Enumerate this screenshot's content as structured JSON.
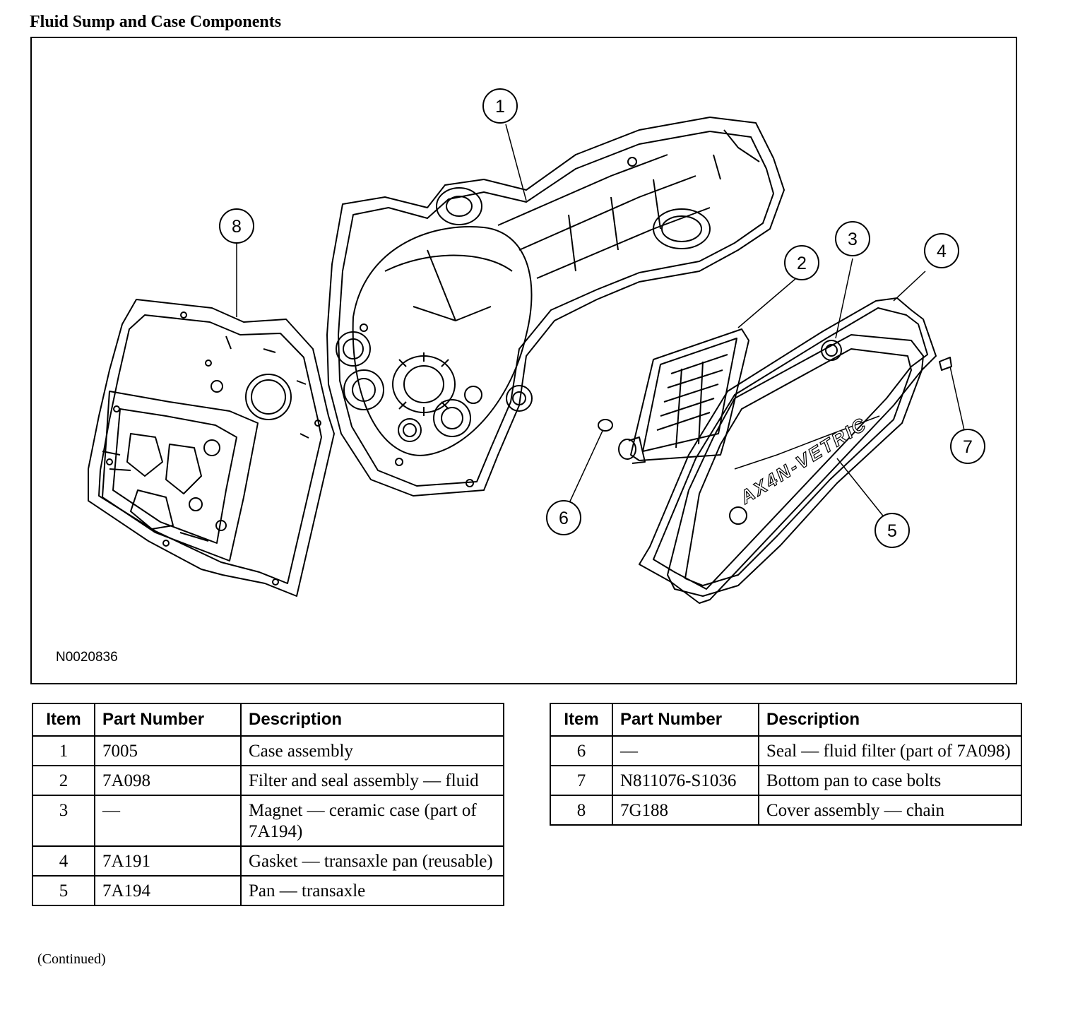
{
  "title": "Fluid Sump and Case Components",
  "figure": {
    "id": "N0020836",
    "callouts": [
      "1",
      "2",
      "3",
      "4",
      "5",
      "6",
      "7",
      "8"
    ],
    "pan_lettering": "AX4N-VETRIC"
  },
  "table_headers": {
    "item": "Item",
    "part_number": "Part Number",
    "description": "Description"
  },
  "left_rows": [
    {
      "item": "1",
      "part": "7005",
      "desc": "Case assembly"
    },
    {
      "item": "2",
      "part": "7A098",
      "desc": "Filter and seal assembly — fluid"
    },
    {
      "item": "3",
      "part": "—",
      "desc": "Magnet — ceramic case (part of 7A194)"
    },
    {
      "item": "4",
      "part": "7A191",
      "desc": "Gasket — transaxle pan (reusable)"
    },
    {
      "item": "5",
      "part": "7A194",
      "desc": "Pan — transaxle"
    }
  ],
  "right_rows": [
    {
      "item": "6",
      "part": "—",
      "desc": "Seal — fluid filter (part of 7A098)"
    },
    {
      "item": "7",
      "part": "N811076-S1036",
      "desc": "Bottom pan to case bolts"
    },
    {
      "item": "8",
      "part": "7G188",
      "desc": "Cover assembly — chain"
    }
  ],
  "footer_note": "(Continued)"
}
